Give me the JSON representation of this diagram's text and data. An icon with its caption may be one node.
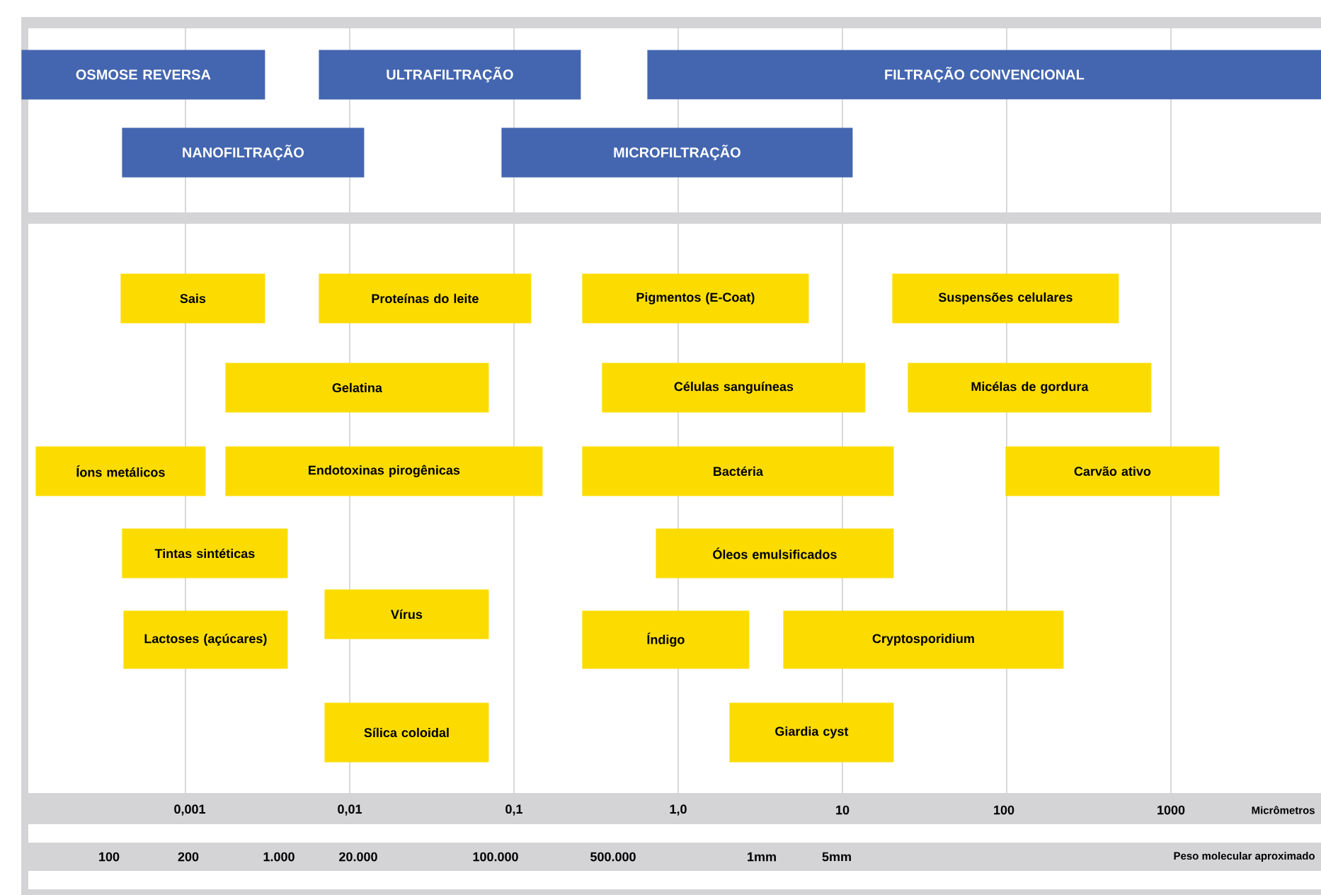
{
  "diagram": {
    "nodes": [
      {
        "text": [
          "OSMOSE REVERSA"
        ]
      },
      {
        "text": [
          "ULTRAFILTRAÇÃO"
        ]
      },
      {
        "text": [
          "FILTRAÇÃO CONVENCIONAL"
        ]
      },
      {
        "text": [
          "NANOFILTRAÇÃO"
        ]
      },
      {
        "text": [
          "MICROFILTRAÇÃO"
        ]
      },
      {
        "text": [
          "Sais"
        ]
      },
      {
        "text": [
          "Proteínas do leite"
        ]
      },
      {
        "text": [
          "Pigmentos (E-Coat)"
        ]
      },
      {
        "text": [
          "Suspensões celulares"
        ]
      },
      {
        "text": [
          "Gelatina"
        ]
      },
      {
        "text": [
          "Células sanguíneas"
        ]
      },
      {
        "text": [
          "Micélas de gordura"
        ]
      },
      {
        "text": [
          "Íons metálicos"
        ]
      },
      {
        "text": [
          "Endotoxinas pirogênicas"
        ]
      },
      {
        "text": [
          "Bactéria"
        ]
      },
      {
        "text": [
          "Carvão ativo"
        ]
      },
      {
        "text": [
          "Tintas sintéticas"
        ]
      },
      {
        "text": [
          "Óleos emulsificados"
        ]
      },
      {
        "text": [
          "Vírus"
        ]
      },
      {
        "text": [
          "Lactoses (açúcares)"
        ]
      },
      {
        "text": [
          "Índigo"
        ]
      },
      {
        "text": [
          "Cryptosporidium"
        ]
      },
      {
        "text": [
          "Sílica coloidal"
        ]
      },
      {
        "text": [
          "Giardia cyst"
        ]
      }
    ],
    "labels": [
      "0,001",
      "0,01",
      "0,1",
      "1,0",
      "10",
      "100",
      "1000",
      "Micrômetros",
      "100",
      "200",
      "1.000",
      "20.000",
      "100.000",
      "500.000",
      "1mm",
      "5mm",
      "Peso molecular aproximado"
    ]
  }
}
